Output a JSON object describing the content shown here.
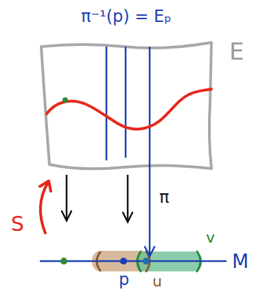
{
  "diagram": {
    "labels": [
      "π⁻¹(p) = Eₚ",
      "E",
      "S",
      "π",
      "M",
      "p",
      "u",
      "v"
    ]
  }
}
